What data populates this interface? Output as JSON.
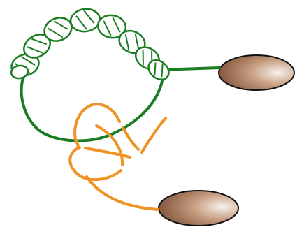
{
  "colors": {
    "background": "#ffffff",
    "green_strand": "#1a7d22",
    "orange_strand": "#ef9326",
    "bead_dark": "#7a4d33",
    "bead_light": "#f4eee8",
    "bead_outline": "#111111"
  },
  "elements": {
    "green_strand": {
      "kind": "strand",
      "style": "solid",
      "color_key": "green_strand"
    },
    "orange_strand": {
      "kind": "strand",
      "style": "knotted",
      "color_key": "orange_strand"
    },
    "bead_upper": {
      "kind": "bead",
      "shape": "ellipse",
      "fill": "radial-gradient"
    },
    "bead_lower": {
      "kind": "bead",
      "shape": "ellipse",
      "fill": "radial-gradient"
    },
    "coil_segments": {
      "kind": "helix-loop",
      "count": 9
    }
  }
}
